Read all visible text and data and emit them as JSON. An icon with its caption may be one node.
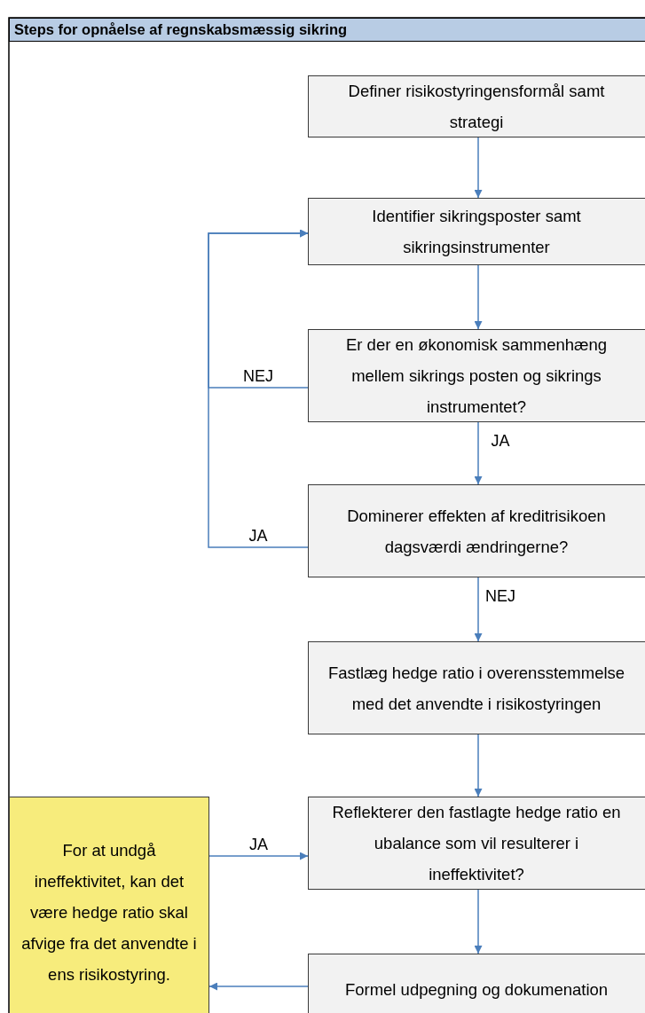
{
  "diagram": {
    "title": "Steps for opnåelse af regnskabsmæssig sikring",
    "nodes": [
      {
        "text": [
          "Definer risikostyringensformål samt strategi"
        ]
      },
      {
        "text": [
          "Identifier sikringsposter samt sikringsinstrumenter"
        ]
      },
      {
        "text": [
          "Er der en økonomisk sammenhæng mellem sikrings posten og sikrings instrumentet?"
        ]
      },
      {
        "text": [
          "Dominerer effekten af kreditrisikoen dagsværdi ændringerne?"
        ]
      },
      {
        "text": [
          "Fastlæg hedge ratio i overensstemmelse med det anvendte i risikostyringen"
        ]
      },
      {
        "text": [
          "Reflekterer den fastlagte hedge ratio en ubalance som vil resulterer i ineffektivitet?"
        ]
      },
      {
        "text": [
          "Formel udpegning og dokumenation"
        ]
      },
      {
        "text": [
          "For at undgå ineffektivitet, kan det være hedge ratio skal afvige fra det anvendte i ens risikostyring."
        ]
      }
    ],
    "edges": [
      {
        "from": 0,
        "to": 1,
        "arrow": "to"
      },
      {
        "from": 1,
        "to": 2,
        "arrow": "to"
      },
      {
        "from": 2,
        "to": 3,
        "arrow": "to",
        "label": "JA"
      },
      {
        "from": 3,
        "to": 4,
        "arrow": "to",
        "label": "NEJ"
      },
      {
        "from": 4,
        "to": 5,
        "arrow": "to"
      },
      {
        "from": 5,
        "to": 6,
        "arrow": "to"
      },
      {
        "from": 2,
        "to": 1,
        "arrow": "to",
        "label": "NEJ"
      },
      {
        "from": 3,
        "to": 1,
        "arrow": "to",
        "label": "JA"
      },
      {
        "from": 7,
        "to": 5,
        "arrow": "to",
        "label": "JA"
      },
      {
        "from": 6,
        "to": 7,
        "arrow": "to"
      }
    ]
  }
}
